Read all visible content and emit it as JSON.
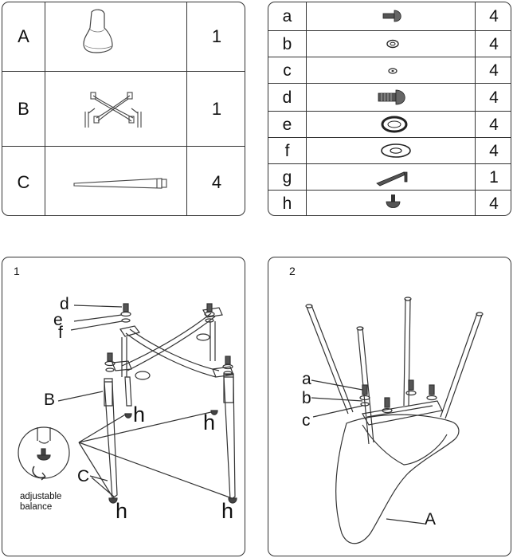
{
  "parts_table": {
    "rows": [
      {
        "letter": "A",
        "qty": "1",
        "icon": "seat-shell-icon"
      },
      {
        "letter": "B",
        "qty": "1",
        "icon": "leg-frame-icon"
      },
      {
        "letter": "C",
        "qty": "4",
        "icon": "tapered-leg-icon"
      }
    ]
  },
  "hardware_table": {
    "rows": [
      {
        "letter": "a",
        "qty": "4",
        "icon": "button-head-bolt-icon"
      },
      {
        "letter": "b",
        "qty": "4",
        "icon": "small-washer-icon"
      },
      {
        "letter": "c",
        "qty": "4",
        "icon": "tiny-washer-icon"
      },
      {
        "letter": "d",
        "qty": "4",
        "icon": "long-bolt-icon"
      },
      {
        "letter": "e",
        "qty": "4",
        "icon": "spring-washer-icon"
      },
      {
        "letter": "f",
        "qty": "4",
        "icon": "flat-washer-icon"
      },
      {
        "letter": "g",
        "qty": "1",
        "icon": "allen-key-icon"
      },
      {
        "letter": "h",
        "qty": "4",
        "icon": "glide-foot-icon"
      }
    ]
  },
  "step1": {
    "number": "1",
    "labels": {
      "d": "d",
      "e": "e",
      "f": "f",
      "B": "B",
      "C": "C",
      "h1": "h",
      "h2": "h",
      "h3": "h",
      "h4": "h"
    },
    "note_line1": "adjustable",
    "note_line2": "balance"
  },
  "step2": {
    "number": "2",
    "labels": {
      "a": "a",
      "b": "b",
      "c": "c",
      "A": "A"
    }
  }
}
